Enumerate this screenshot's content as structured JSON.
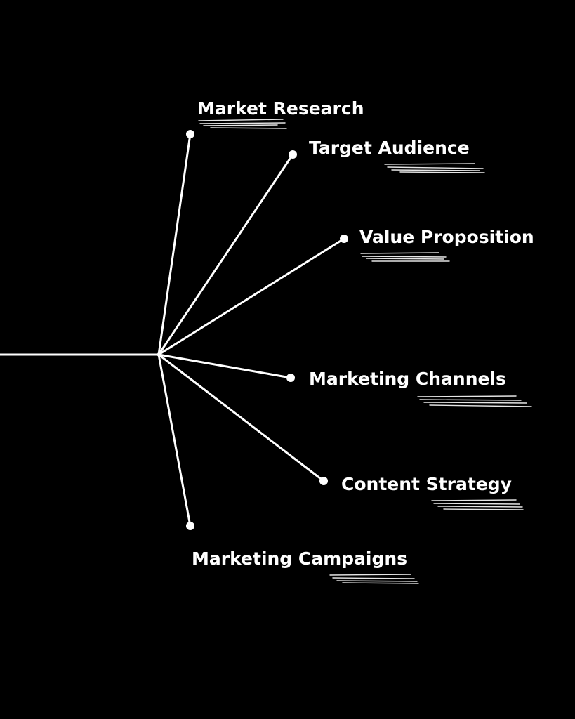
{
  "colors": {
    "background": "#000000",
    "foreground": "#ffffff"
  },
  "branches": [
    {
      "label": "Market Research"
    },
    {
      "label": "Target Audience"
    },
    {
      "label": "Value Proposition"
    },
    {
      "label": "Marketing Channels"
    },
    {
      "label": "Content Strategy"
    },
    {
      "label": "Marketing Campaigns"
    }
  ]
}
